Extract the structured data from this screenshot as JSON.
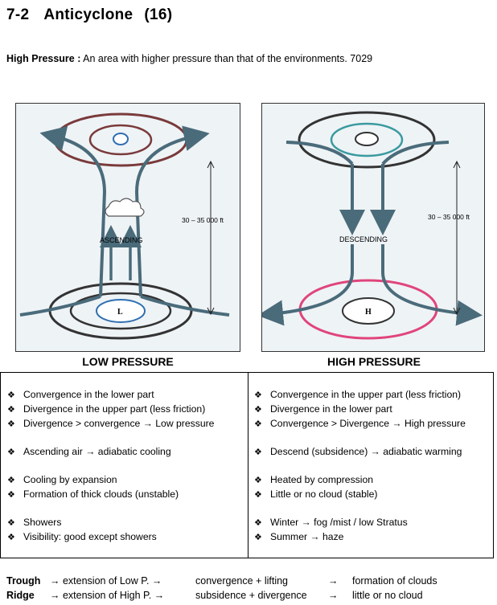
{
  "header": {
    "number": "7-2",
    "title": "Anticyclone",
    "code": "(16)"
  },
  "definition": {
    "term": "High Pressure :",
    "text": " An area with higher pressure than that of the environments. 7029"
  },
  "diagrams": {
    "low": {
      "caption": "LOW PRESSURE",
      "motion": "ASCENDING",
      "height": "30 – 35 000 ft",
      "center": "L"
    },
    "high": {
      "caption": "HIGH PRESSURE",
      "motion": "DESCENDING",
      "height": "30 – 35 000 ft",
      "center": "H"
    }
  },
  "table": {
    "left": [
      [
        "Convergence in the lower part",
        "Divergence in the upper part (less friction)",
        "Divergence > convergence → Low pressure"
      ],
      [
        "Ascending air → adiabatic cooling"
      ],
      [
        "Cooling by expansion",
        "Formation of thick clouds (unstable)"
      ],
      [
        "Showers",
        "Visibility: good except showers"
      ]
    ],
    "right": [
      [
        "Convergence in the upper part (less friction)",
        "Divergence in the lower part",
        "Convergence > Divergence → High pressure"
      ],
      [
        "Descend (subsidence) → adiabatic warming"
      ],
      [
        "Heated by compression",
        "Little or no cloud (stable)"
      ],
      [
        "Winter → fog /mist / low Stratus",
        "Summer → haze"
      ]
    ]
  },
  "footer": {
    "trough": {
      "label": "Trough",
      "c1": "→  extension of Low P.  →",
      "c2": "convergence + lifting",
      "c3": "→",
      "c4": "formation of clouds"
    },
    "ridge": {
      "label": "Ridge",
      "c1": "→  extension of High P.  →",
      "c2": "subsidence + divergence",
      "c3": "→",
      "c4": "little or no cloud"
    }
  },
  "colors": {
    "arrow": "#4a6b7a",
    "upper_ring_low": "#7a3a3a",
    "upper_ring_high": "#333333",
    "lower_ring_high": "#e0457b",
    "inner_ring": "#2f6fb0",
    "inner_ring_high": "#3a9aa0"
  }
}
